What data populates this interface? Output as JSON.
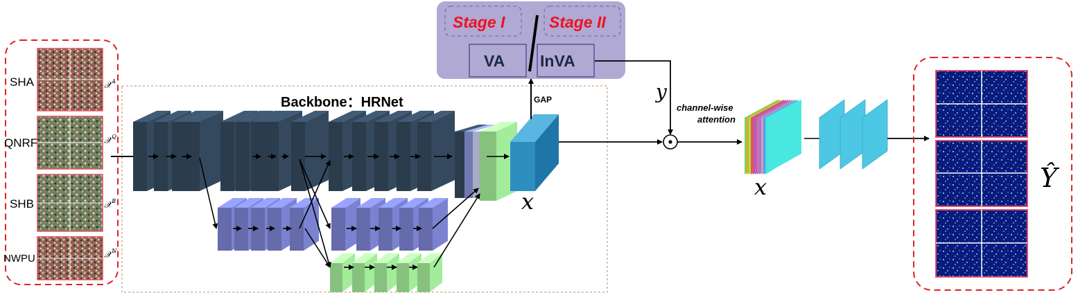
{
  "datasets": {
    "names": [
      "SHA",
      "QNRF",
      "SHB",
      "NWPU"
    ],
    "symbols": [
      "𝒳",
      "𝒳",
      "𝒳",
      "𝒳"
    ],
    "superscripts": [
      "A",
      "Q",
      "B",
      "N"
    ]
  },
  "backbone": {
    "title": "Backbone：HRNet"
  },
  "stages": {
    "stage1": "Stage I",
    "stage2": "Stage II",
    "va": "VA",
    "inva": "InVA"
  },
  "gap_label": "GAP",
  "x_label": "x",
  "y_label": "y",
  "attention": {
    "line1": "channel-wise",
    "line2": "attention"
  },
  "odot": "⊙",
  "output": {
    "y_hat": "Ŷ"
  },
  "colors": {
    "dark_block": "#34495e",
    "light_block": "#7b83d1",
    "green_block": "#a3ec9a",
    "blue_feature": "#2d8ec0",
    "cyan_block": "#4cc8e4",
    "red_dashed": "#dd2222",
    "stage_panel": "#b0a9d3",
    "stage_text": "#ee1122"
  }
}
